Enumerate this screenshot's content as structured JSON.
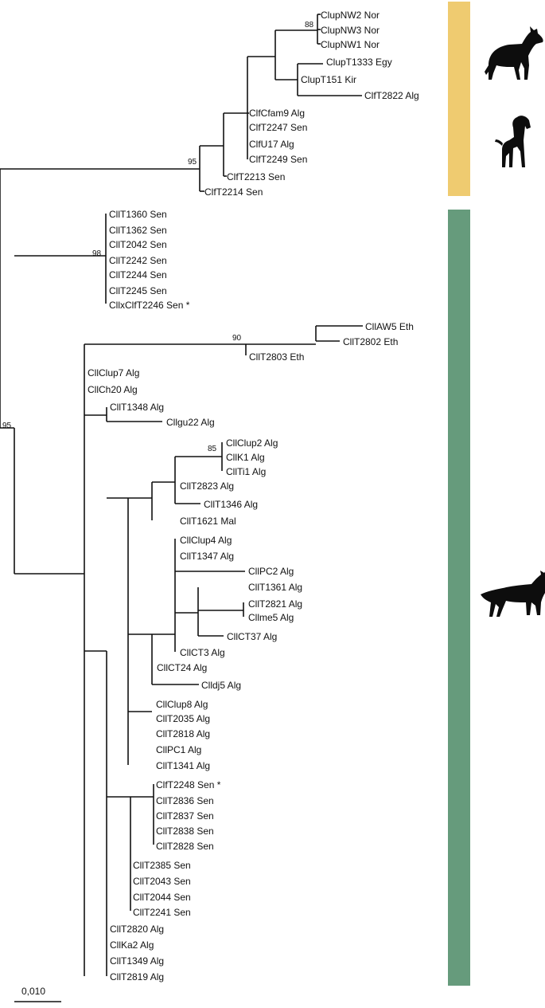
{
  "colors": {
    "domestic_bar": "#EFCB70",
    "wild_bar": "#669B7C",
    "branch": "#111111",
    "silhouette": "#0d0d0d"
  },
  "tips": [
    {
      "id": "t1",
      "label": "ClupNW2 Nor"
    },
    {
      "id": "t2",
      "label": "ClupNW3 Nor"
    },
    {
      "id": "t3",
      "label": "ClupNW1 Nor"
    },
    {
      "id": "t4",
      "label": "ClupT1333 Egy"
    },
    {
      "id": "t5",
      "label": "ClupT151 Kir"
    },
    {
      "id": "t6",
      "label": "ClfT2822 Alg"
    },
    {
      "id": "t7",
      "label": "ClfCfam9 Alg"
    },
    {
      "id": "t8",
      "label": "ClfT2247 Sen"
    },
    {
      "id": "t9",
      "label": "ClfU17 Alg"
    },
    {
      "id": "t10",
      "label": "ClfT2249 Sen"
    },
    {
      "id": "t11",
      "label": "ClfT2213 Sen"
    },
    {
      "id": "t12",
      "label": "ClfT2214 Sen"
    },
    {
      "id": "t13",
      "label": "CllT1360 Sen"
    },
    {
      "id": "t14",
      "label": "CllT1362 Sen"
    },
    {
      "id": "t15",
      "label": "CllT2042 Sen"
    },
    {
      "id": "t16",
      "label": "CllT2242 Sen"
    },
    {
      "id": "t17",
      "label": "CllT2244 Sen"
    },
    {
      "id": "t18",
      "label": "CllT2245 Sen"
    },
    {
      "id": "t19",
      "label": "CllxClfT2246 Sen *"
    },
    {
      "id": "t20",
      "label": "CllAW5 Eth"
    },
    {
      "id": "t21",
      "label": "CllT2802 Eth"
    },
    {
      "id": "t22",
      "label": "CllT2803 Eth"
    },
    {
      "id": "t23",
      "label": "CllClup7 Alg"
    },
    {
      "id": "t24",
      "label": "CllCh20 Alg"
    },
    {
      "id": "t25",
      "label": "CllT1348 Alg"
    },
    {
      "id": "t26",
      "label": "Cllgu22 Alg"
    },
    {
      "id": "t27",
      "label": "CllClup2 Alg"
    },
    {
      "id": "t28",
      "label": "CllK1 Alg"
    },
    {
      "id": "t29",
      "label": "CllTi1 Alg"
    },
    {
      "id": "t30",
      "label": "CllT2823 Alg"
    },
    {
      "id": "t31",
      "label": "CllT1346 Alg"
    },
    {
      "id": "t32",
      "label": "CllT1621 Mal"
    },
    {
      "id": "t33",
      "label": "CllClup4 Alg"
    },
    {
      "id": "t34",
      "label": "CllT1347 Alg"
    },
    {
      "id": "t35",
      "label": "CllPC2 Alg"
    },
    {
      "id": "t36",
      "label": "CllT1361 Alg"
    },
    {
      "id": "t37",
      "label": "CllT2821 Alg"
    },
    {
      "id": "t38",
      "label": "Cllme5 Alg"
    },
    {
      "id": "t39",
      "label": "CllCT37 Alg"
    },
    {
      "id": "t40",
      "label": "CllCT3 Alg"
    },
    {
      "id": "t41",
      "label": "CllCT24 Alg"
    },
    {
      "id": "t42",
      "label": "Clldj5 Alg"
    },
    {
      "id": "t43",
      "label": "CllClup8 Alg"
    },
    {
      "id": "t44",
      "label": "CllT2035 Alg"
    },
    {
      "id": "t45",
      "label": "CllT2818 Alg"
    },
    {
      "id": "t46",
      "label": "CllPC1 Alg"
    },
    {
      "id": "t47",
      "label": "CllT1341 Alg"
    },
    {
      "id": "t48",
      "label": "ClfT2248 Sen *"
    },
    {
      "id": "t49",
      "label": "CllT2836 Sen"
    },
    {
      "id": "t50",
      "label": "CllT2837 Sen"
    },
    {
      "id": "t51",
      "label": "CllT2838 Sen"
    },
    {
      "id": "t52",
      "label": "CllT2828 Sen"
    },
    {
      "id": "t53",
      "label": "CllT2385 Sen"
    },
    {
      "id": "t54",
      "label": "CllT2043 Sen"
    },
    {
      "id": "t55",
      "label": "CllT2044 Sen"
    },
    {
      "id": "t56",
      "label": "CllT2241 Sen"
    },
    {
      "id": "t57",
      "label": "CllT2820 Alg"
    },
    {
      "id": "t58",
      "label": "CllKa2 Alg"
    },
    {
      "id": "t59",
      "label": "CllT1349 Alg"
    },
    {
      "id": "t60",
      "label": "CllT2819 Alg"
    }
  ],
  "support_values": [
    "88",
    "95",
    "98",
    "90",
    "95",
    "85"
  ],
  "scale_bar": {
    "label": "0,010"
  },
  "icons": [
    "wolf-silhouette-icon",
    "dog-silhouette-icon",
    "jackal-silhouette-icon"
  ]
}
